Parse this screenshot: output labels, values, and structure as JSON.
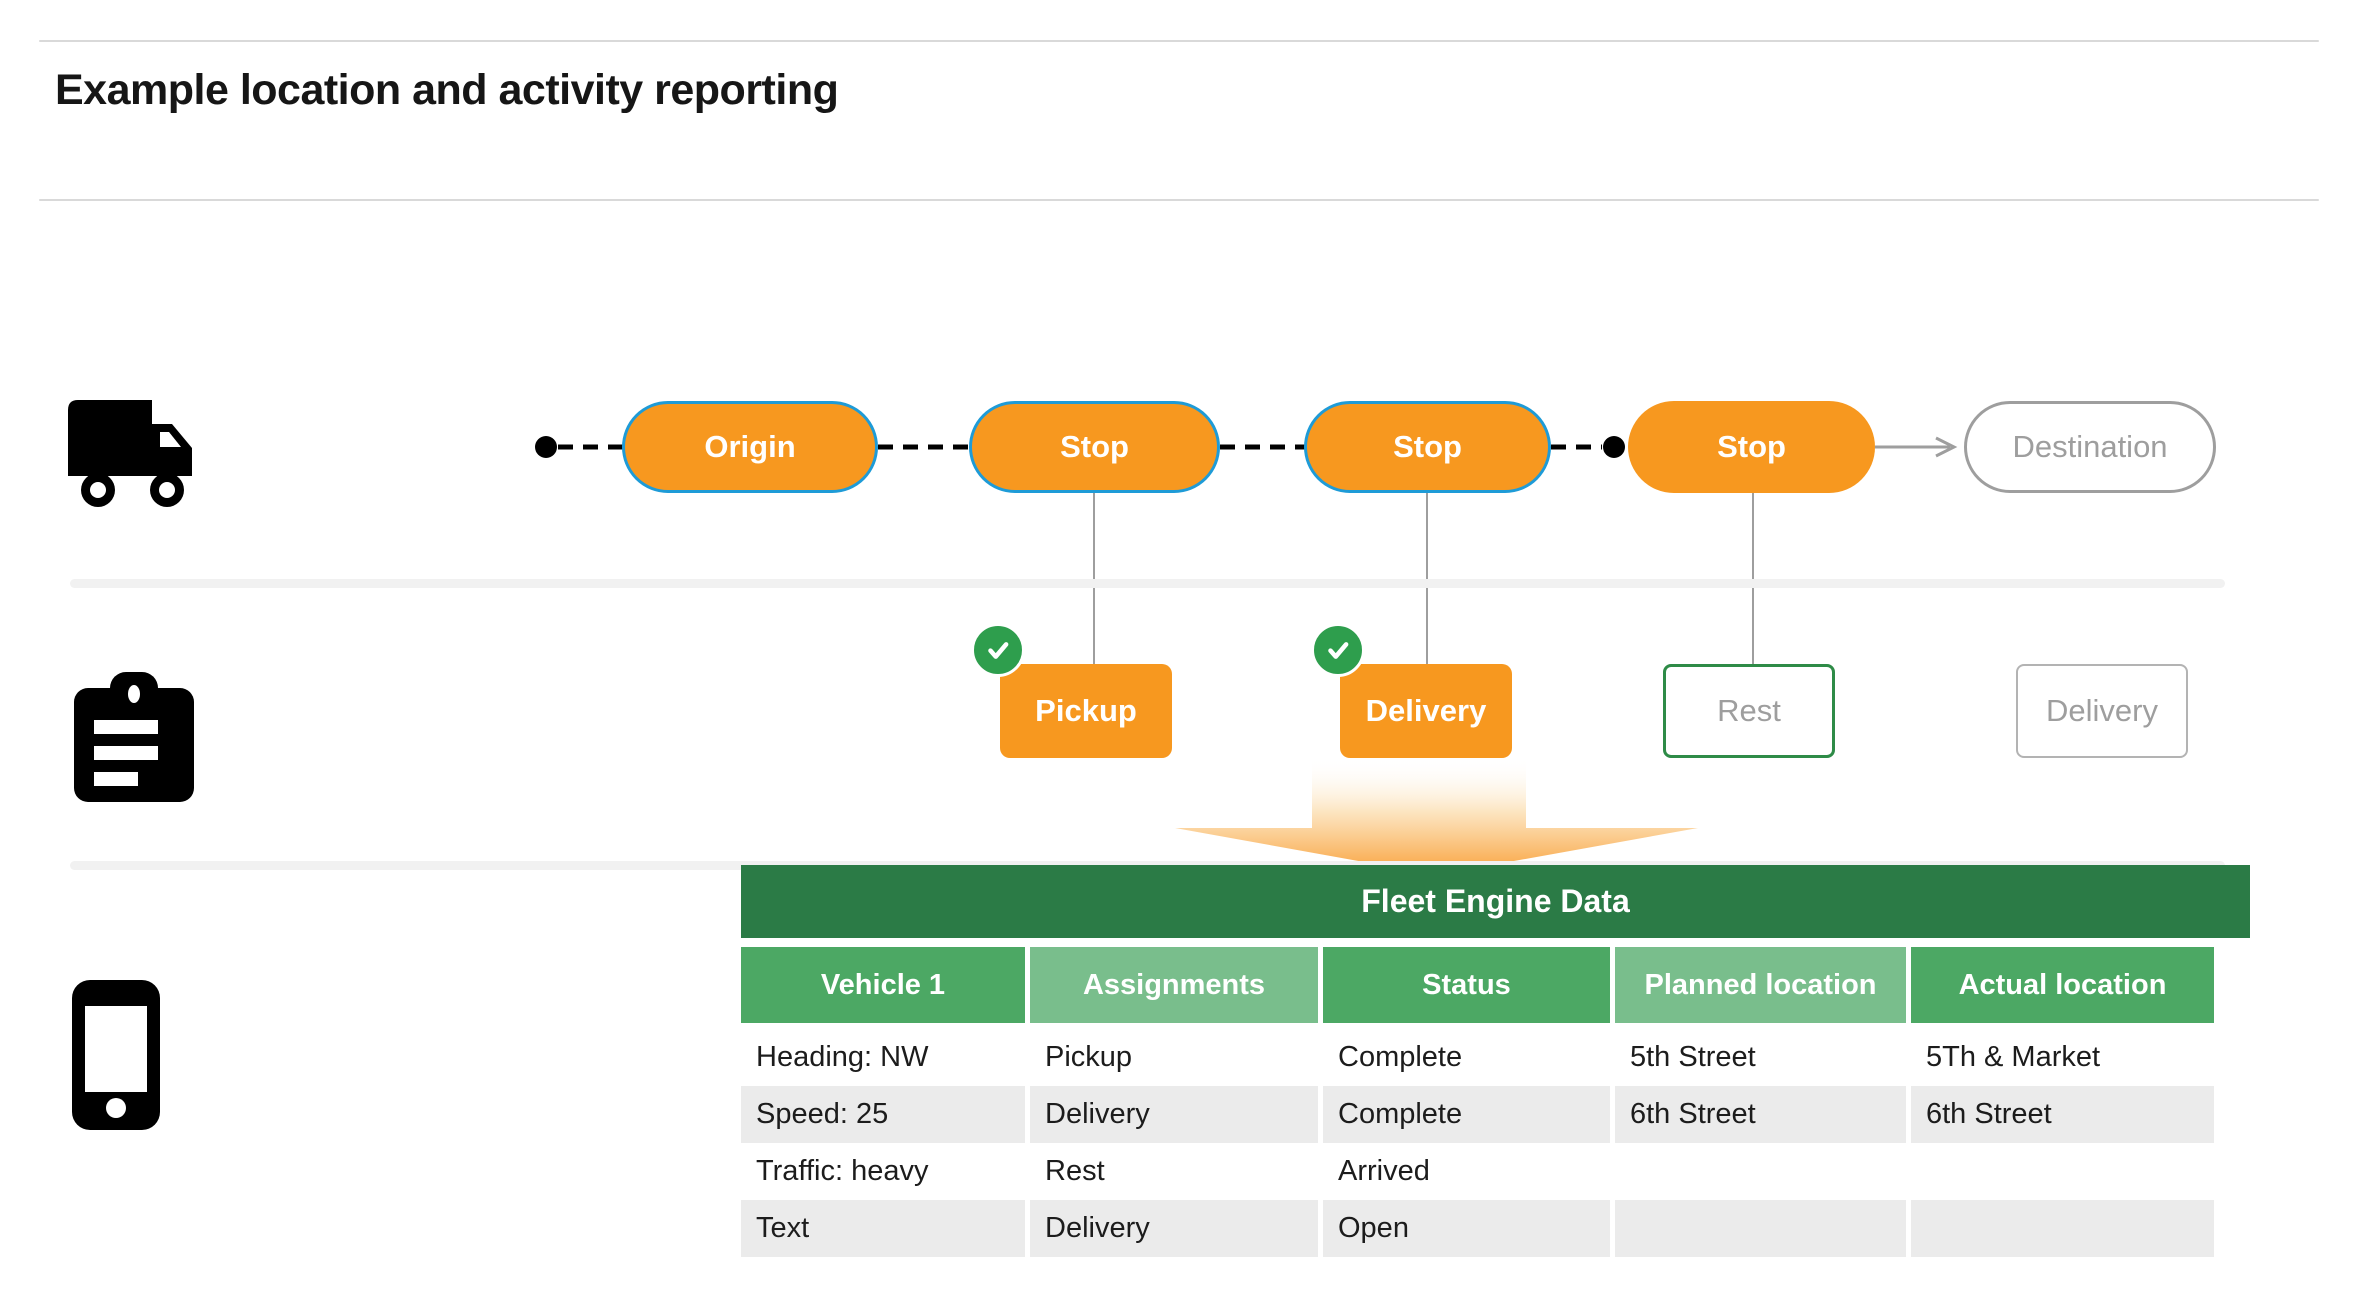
{
  "header": {
    "title": "Example location and activity reporting"
  },
  "route": {
    "icon": "truck-icon",
    "stops": [
      {
        "label": "Origin",
        "variant": "orange-blue-border"
      },
      {
        "label": "Stop",
        "variant": "orange-blue-border"
      },
      {
        "label": "Stop",
        "variant": "orange-blue-border"
      },
      {
        "label": "Stop",
        "variant": "orange-plain"
      },
      {
        "label": "Destination",
        "variant": "white-gray-border"
      }
    ]
  },
  "activities": {
    "icon": "clipboard-icon",
    "items": [
      {
        "label": "Pickup",
        "checked": true,
        "variant": "orange"
      },
      {
        "label": "Delivery",
        "checked": true,
        "variant": "orange"
      },
      {
        "label": "Rest",
        "checked": false,
        "variant": "white-green-border"
      },
      {
        "label": "Delivery",
        "checked": false,
        "variant": "white-gray-border"
      }
    ]
  },
  "table": {
    "icon": "phone-icon",
    "title": "Fleet Engine Data",
    "columns": [
      "Vehicle 1",
      "Assignments",
      "Status",
      "Planned location",
      "Actual location"
    ],
    "rows": [
      [
        "Heading: NW",
        "Pickup",
        "Complete",
        "5th Street",
        "5Th & Market"
      ],
      [
        "Speed: 25",
        "Delivery",
        "Complete",
        "6th Street",
        "6th Street"
      ],
      [
        "Traffic: heavy",
        "Rest",
        "Arrived",
        "",
        ""
      ],
      [
        "Text",
        "Delivery",
        "Open",
        "",
        ""
      ]
    ]
  },
  "icons": {
    "truck": "truck-icon",
    "clipboard": "clipboard-icon",
    "phone": "phone-icon",
    "check": "check-circle-icon",
    "big_arrow": "down-arrow"
  },
  "colors": {
    "orange": "#F7981F",
    "blue_border": "#1E9BD7",
    "green_dark": "#2B7B46",
    "green_mid": "#4CA864",
    "green_light": "#79BE8C",
    "check_green": "#2E9E4D",
    "rest_border_green": "#2E8B47",
    "gray_connector": "#9e9e9e",
    "row_gray": "#ebebeb",
    "divider_gray": "#f1f1f1"
  }
}
